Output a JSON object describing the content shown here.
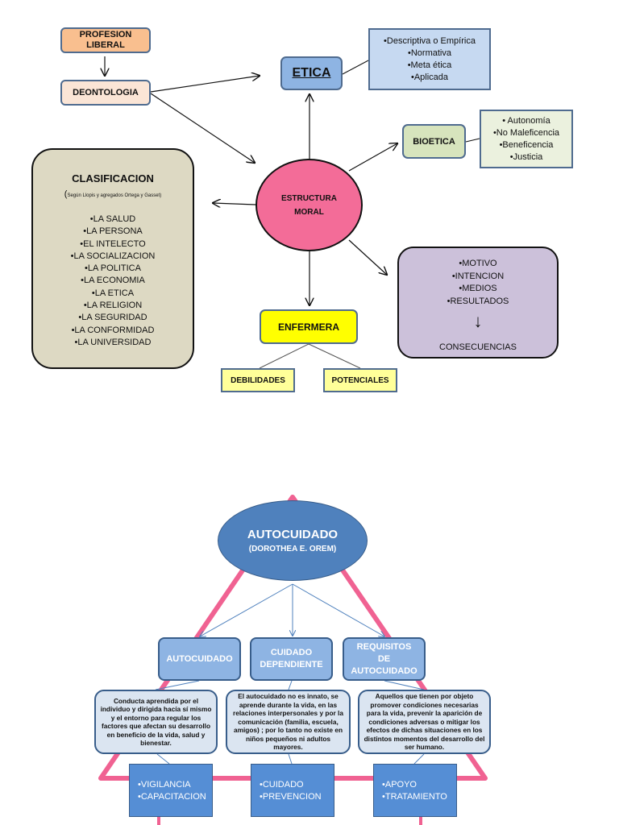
{
  "diagram1": {
    "profesion_liberal": [
      "PROFESION",
      "LIBERAL"
    ],
    "deontologia": "DEONTOLOGIA",
    "etica": "ETICA",
    "etica_types": [
      "•Descriptiva o Empírica",
      "•Normativa",
      "•Meta ética",
      "•Aplicada"
    ],
    "bioetica": "BIOETICA",
    "bioetica_principles": [
      "• Autonomía",
      "•No Maleficencia",
      "•Beneficencia",
      "•Justicia"
    ],
    "clasificacion": {
      "title": "CLASIFICACION",
      "subtitle_paren": "(",
      "subtitle": "Según Llopis y agregados Ortega y Gasset)",
      "items": [
        "•LA SALUD",
        "•LA PERSONA",
        "•EL INTELECTO",
        "•LA SOCIALIZACION",
        "•LA POLITICA",
        "•LA ECONOMIA",
        "•LA ETICA",
        "•LA RELIGION",
        "•LA SEGURIDAD",
        "•LA CONFORMIDAD",
        "•LA UNIVERSIDAD"
      ]
    },
    "estructura_moral": [
      "ESTRUCTURA",
      "MORAL"
    ],
    "factores": {
      "items": [
        "•MOTIVO",
        "•INTENCION",
        "•MEDIOS",
        "•RESULTADOS"
      ],
      "arrow": "↓",
      "result": "CONSECUENCIAS"
    },
    "enfermera": "ENFERMERA",
    "debilidades": "DEBILIDADES",
    "potenciales": "POTENCIALES"
  },
  "diagram2": {
    "title": "AUTOCUIDADO",
    "author": "(DOROTHEA E. OREM)",
    "categories": [
      {
        "label": [
          "AUTOCUIDADO"
        ],
        "description": "Conducta aprendida por el individuo y dirigida hacía sí mismo y el entorno para regular los factores que afectan su desarrollo en beneficio de la vida, salud y bienestar.",
        "actions": [
          "•VIGILANCIA",
          "•CAPACITACION"
        ]
      },
      {
        "label": [
          "CUIDADO",
          "DEPENDIENTE"
        ],
        "description": "El autocuidado no es innato, se aprende durante la vida, en las relaciones interpersonales y por la comunicación (familia, escuela, amigos) ; por lo tanto no existe en niños pequeños ni adultos mayores.",
        "actions": [
          "•CUIDADO",
          "•PREVENCION"
        ]
      },
      {
        "label": [
          "REQUISITOS",
          "DE",
          "AUTOCUIDADO"
        ],
        "description": "Aquellos que tienen por objeto promover condiciones necesarias para la vida, prevenir la aparición de condiciones adversas o mitigar los efectos de dichas situaciones en los distintos momentos del desarrollo del ser humano.",
        "actions": [
          "•APOYO",
          "•TRATAMIENTO"
        ]
      }
    ]
  },
  "colors": {
    "pink_triangle": "#f06292",
    "estructura_fill": "#f36c98",
    "autocuidado_fill": "#4f81bd",
    "category_fill": "#8eb4e3",
    "description_fill": "#dbe5f1",
    "action_fill": "#558ed5"
  }
}
